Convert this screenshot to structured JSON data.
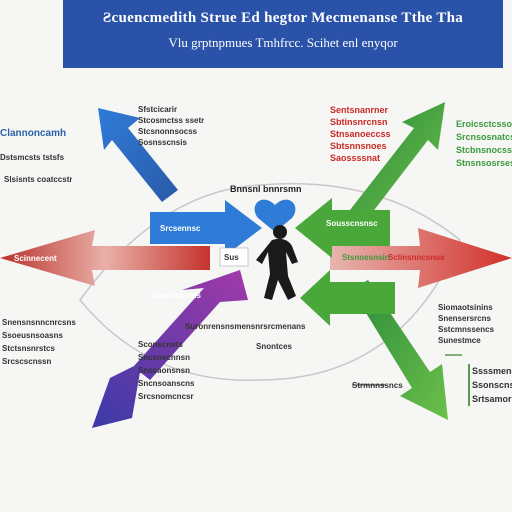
{
  "header": {
    "title": "Ƨcuencmedith Strue Ed hegtor Mecmenanse Tthe Tha",
    "subtitle": "Vlu grptnpmues Tmhfrcc. Scihet enl enyqor"
  },
  "left": {
    "heading": "Clannoncamh",
    "heading_sub": "Dstsmcsts tstsfs",
    "line3": "Slsisnts coatccstr",
    "arrow_label": "Scinnecent"
  },
  "top_left_arrow": {
    "lines": [
      "Sfstcicarir",
      "Stcosmctss ssetr",
      "Stcsnonnsocss",
      "Sosnsscnsis"
    ]
  },
  "top_right_arrow": {
    "lines": [
      "Sentsnanrner",
      "Sbtinsnrcnsn",
      "Stnsanoeccss",
      "Sbtsnnsnoes",
      "Saossssnat"
    ]
  },
  "right": {
    "green_lines": [
      "Eroicsctcsso",
      "Srcnsosnatcs",
      "Stcbnsnocsso",
      "Stnsnsosrses"
    ],
    "arrow_label": "Sclinsnncsnoa",
    "lower_lines": [
      "Siomaotsinins",
      "Snensersrcns",
      "Sstcmnssencs",
      "Sunestmce"
    ],
    "box_lines": [
      "Ssssmenc",
      "Ssonscnsesr",
      "Srtsamorsn"
    ]
  },
  "middle": {
    "overhead": "Bnnsnl bnnrsmn",
    "left_arrow_label": "Srcsennsc",
    "heart_sub": "Sus",
    "right_arrow_top": "Sousscnsnsc",
    "right_arrow_bottom": "Stsnoesnsin",
    "purple_label": "Sasnsecnins",
    "bottom_caption": "Suronrensnsmensnrsrcmenans",
    "bottom_sub": "Snontces"
  },
  "bottom_left": {
    "far_lines": [
      "Snensnsnncnrcsns",
      "Ssoeusnsoasns",
      "Stctsnsnrstcs",
      "Srcscscnssn"
    ],
    "lines": [
      "Sconscnsts",
      "Sncsnscnnsn",
      "Snscaonsnsn",
      "Sncnsoanscns",
      "Srcsnomcncsr"
    ]
  },
  "bottom_center": {
    "label": "Strmnnssncs"
  },
  "colors": {
    "blue": "#3a73c8",
    "red": "#c4332c",
    "green": "#3d9a3d",
    "purple": "#7a3aa8",
    "header": "#2a52a8"
  },
  "icons": [
    "heart-icon",
    "person-icon"
  ]
}
